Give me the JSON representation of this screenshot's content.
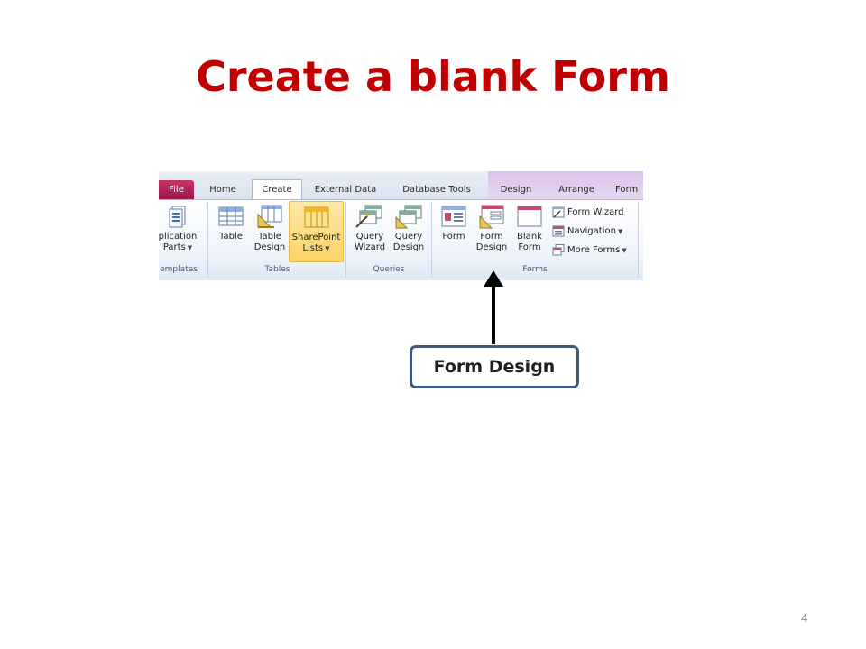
{
  "slide": {
    "title": "Create a blank Form",
    "page_number": "4"
  },
  "ribbon": {
    "tabs": [
      {
        "label": "File"
      },
      {
        "label": "Home"
      },
      {
        "label": "Create",
        "active": true
      },
      {
        "label": "External Data"
      },
      {
        "label": "Database Tools"
      },
      {
        "label": "Design"
      },
      {
        "label": "Arrange"
      },
      {
        "label": "Form"
      }
    ],
    "groups": {
      "templates": {
        "label": "emplates",
        "buttons": [
          {
            "line1": "plication",
            "line2": "Parts",
            "icon": "application-parts-icon",
            "dropdown": true
          }
        ]
      },
      "tables": {
        "label": "Tables",
        "buttons": [
          {
            "line1": "Table",
            "line2": "",
            "icon": "table-icon"
          },
          {
            "line1": "Table",
            "line2": "Design",
            "icon": "table-design-icon"
          },
          {
            "line1": "SharePoint",
            "line2": "Lists",
            "icon": "sharepoint-lists-icon",
            "dropdown": true,
            "highlighted": true
          }
        ]
      },
      "queries": {
        "label": "Queries",
        "buttons": [
          {
            "line1": "Query",
            "line2": "Wizard",
            "icon": "query-wizard-icon"
          },
          {
            "line1": "Query",
            "line2": "Design",
            "icon": "query-design-icon"
          }
        ]
      },
      "forms": {
        "label": "Forms",
        "buttons": [
          {
            "line1": "Form",
            "line2": "",
            "icon": "form-icon"
          },
          {
            "line1": "Form",
            "line2": "Design",
            "icon": "form-design-icon"
          },
          {
            "line1": "Blank",
            "line2": "Form",
            "icon": "blank-form-icon"
          }
        ],
        "small_buttons": [
          {
            "label": "Form Wizard",
            "icon": "form-wizard-icon",
            "dropdown": false
          },
          {
            "label": "Navigation",
            "icon": "navigation-icon",
            "dropdown": true
          },
          {
            "label": "More Forms",
            "icon": "more-forms-icon",
            "dropdown": true
          }
        ]
      }
    },
    "colors": {
      "file_tab": "#b52659",
      "context_band": "#dcc9ec",
      "highlight": "#fbd466"
    }
  },
  "callout": {
    "label": "Form Design"
  },
  "colors": {
    "title": "#c00000",
    "callout_border": "#40587e"
  }
}
